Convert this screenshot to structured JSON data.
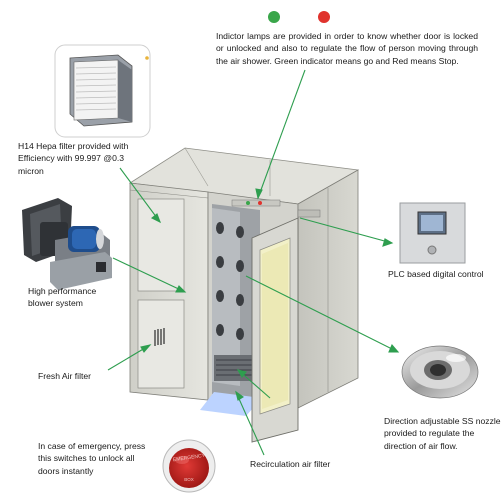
{
  "labels": {
    "indicator": "Indictor lamps are provided in order to know whether door is locked or unlocked and also to regulate the flow of person moving through the air shower. Green indicator means go and Red means Stop.",
    "hepa_line1": "H14 Hepa filter provided with",
    "hepa_line2": "Efficiency with 99.997 @0.3",
    "hepa_line3": "micron",
    "blower_line1": "High performance",
    "blower_line2": "blower system",
    "plc": "PLC based digital control",
    "fresh_air": "Fresh Air filter",
    "nozzle_line1": "Direction adjustable SS nozzle",
    "nozzle_line2": "provided to regulate the",
    "nozzle_line3": "direction of air flow.",
    "emergency_line1": "In case of emergency, press",
    "emergency_line2": "this switches to unlock all",
    "emergency_line3": "doors instantly",
    "recirculation": "Recirculation air filter",
    "button_text": "EMERGENCY",
    "button_sub": "BOX"
  },
  "colors": {
    "leader_line": "#2e9e4f",
    "lamp_green": "#3aa64a",
    "lamp_red": "#e0332d",
    "cabinet": "#dcdcd6",
    "button_red": "#c8201e"
  }
}
